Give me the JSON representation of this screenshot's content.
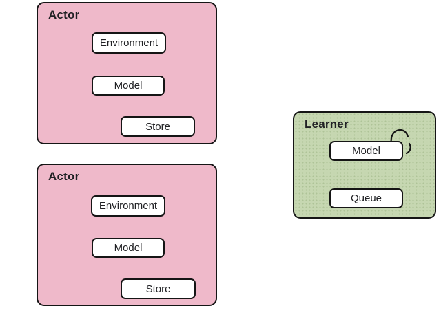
{
  "panels": [
    {
      "label": "Actor",
      "nodes": [
        "Environment",
        "Model",
        "Store"
      ]
    },
    {
      "label": "Actor",
      "nodes": [
        "Environment",
        "Model",
        "Store"
      ]
    },
    {
      "label": "Learner",
      "nodes": [
        "Model",
        "Queue"
      ]
    }
  ],
  "colors": {
    "actor_panel_fill": "#efb9ca",
    "learner_panel_fill": "#c6d7b1",
    "node_fill": "#ffffff",
    "border": "#151515",
    "text": "#202124"
  },
  "icons": {
    "self_loop_arrow": "curved self-loop arrow over top-right corner of Learner Model node"
  }
}
